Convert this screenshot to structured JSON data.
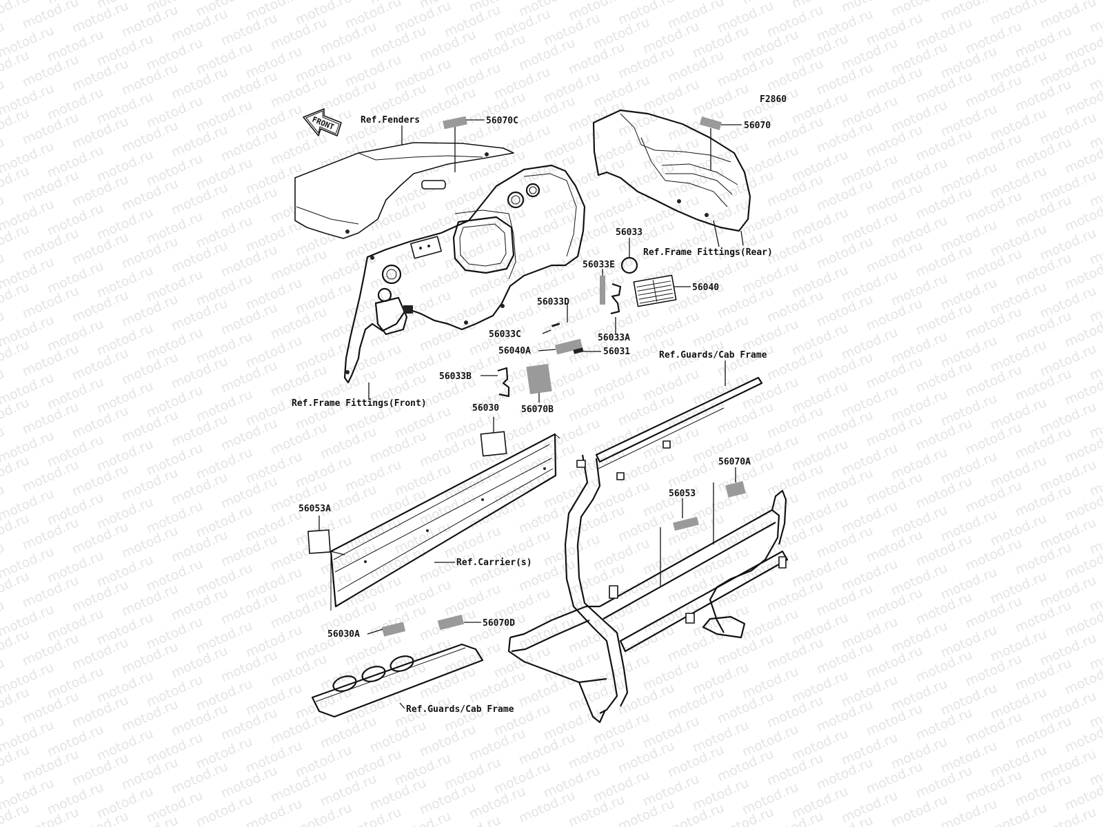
{
  "figure_code": "F2860",
  "watermark": {
    "text": "motod.ru",
    "color": "#e4e4e4"
  },
  "front_arrow": {
    "text": "FRONT",
    "icon": "front-direction-arrow-icon"
  },
  "part_labels": {
    "p56070C": "56070C",
    "p56070": "56070",
    "p56033": "56033",
    "p56033E": "56033E",
    "p56040": "56040",
    "p56033D": "56033D",
    "p56033C": "56033C",
    "p56033A": "56033A",
    "p56040A": "56040A",
    "p56031": "56031",
    "p56033B": "56033B",
    "p56070B": "56070B",
    "p56030": "56030",
    "p56070A": "56070A",
    "p56053": "56053",
    "p56053A": "56053A",
    "p56070D": "56070D",
    "p56030A": "56030A"
  },
  "references": {
    "fenders": "Ref.Fenders",
    "frame_rear": "Ref.Frame Fittings(Rear)",
    "frame_front": "Ref.Frame Fittings(Front)",
    "guards_top": "Ref.Guards/Cab Frame",
    "carrier": "Ref.Carrier(s)",
    "guards_bottom": "Ref.Guards/Cab Frame"
  }
}
